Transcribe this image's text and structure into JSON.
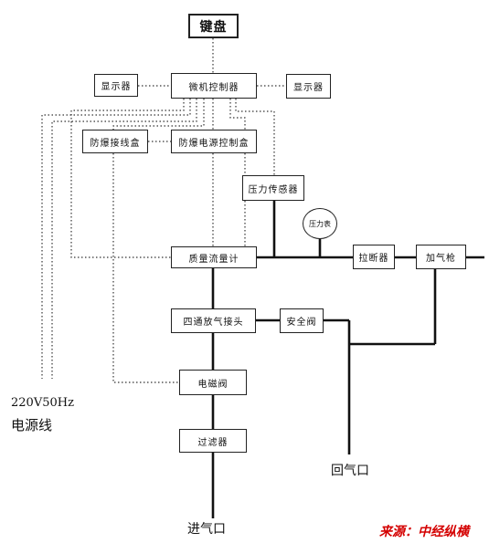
{
  "nodes": {
    "keyboard": "键盘",
    "micro_controller": "微机控制器",
    "display_left": "显示器",
    "display_right": "显示器",
    "explosion_proof_junction_box": "防爆接线盒",
    "explosion_proof_power_control_box": "防爆电源控制盒",
    "pressure_sensor": "压力传感器",
    "pressure_gauge": "压力表",
    "mass_flow_meter": "质量流量计",
    "breakaway_valve": "拉断器",
    "nozzle": "加气枪",
    "four_way_vent_joint": "四通放气接头",
    "safety_valve": "安全阀",
    "solenoid_valve": "电磁阀",
    "filter": "过滤器"
  },
  "labels": {
    "power_line_1": "220V50Hz",
    "power_line_2": "电源线",
    "gas_return": "回气口",
    "gas_inlet": "进气口"
  },
  "source": "来源：中经纵横",
  "colors": {
    "line": "#111111",
    "source_text": "#d40000"
  }
}
